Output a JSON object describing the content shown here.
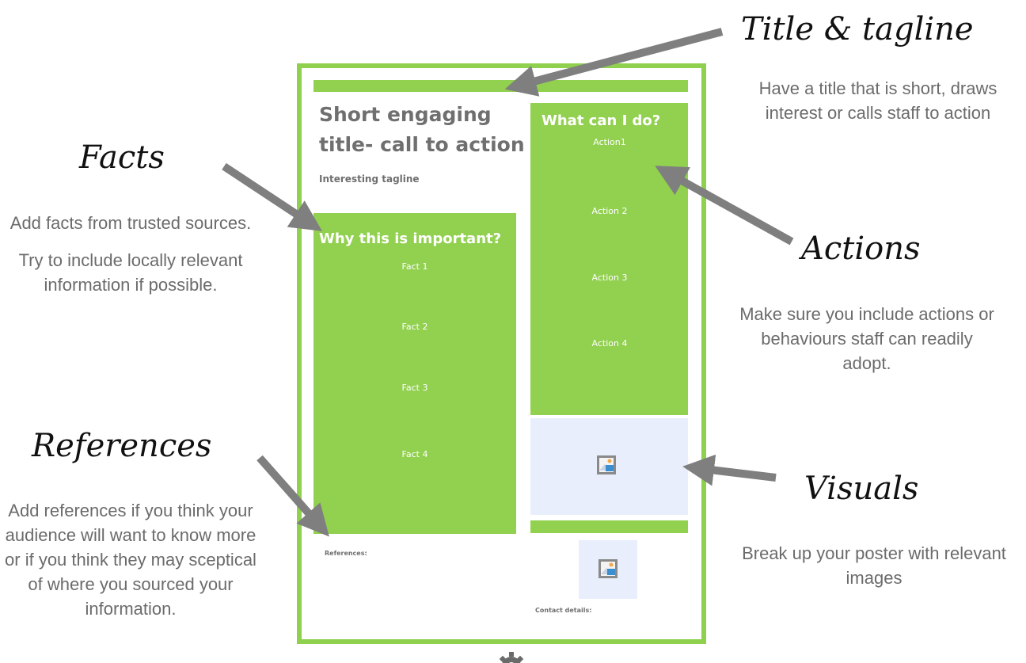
{
  "poster": {
    "title": "Short engaging title- call to action",
    "tagline": "Interesting tagline",
    "facts_box": {
      "heading": "Why this is important?",
      "items": [
        "Fact 1",
        "Fact 2",
        "Fact 3",
        "Fact 4"
      ]
    },
    "actions_box": {
      "heading": "What can I do?",
      "items": [
        "Action1",
        "Action 2",
        "Action 3",
        "Action 4"
      ]
    },
    "references_label": "References:",
    "contact_label": "Contact details:",
    "accent_color": "#92d050",
    "image_placeholder_icon": "image-placeholder-icon"
  },
  "callouts": {
    "title": {
      "heading": "Title & tagline",
      "description": "Have a title that is short, draws interest or calls staff to action"
    },
    "facts": {
      "heading": "Facts",
      "description_1": "Add facts from trusted sources.",
      "description_2": "Try to include locally relevant information if possible."
    },
    "actions": {
      "heading": "Actions",
      "description": "Make sure you include actions or behaviours staff can readily adopt."
    },
    "references": {
      "heading": "References",
      "description": "Add references if you think your audience will want to know more or if you think they may sceptical of where you sourced your information."
    },
    "visuals": {
      "heading": "Visuals",
      "description": "Break up your poster with relevant images"
    }
  },
  "arrow_color": "#7f7f7f",
  "footer_icon": "gear-icon"
}
